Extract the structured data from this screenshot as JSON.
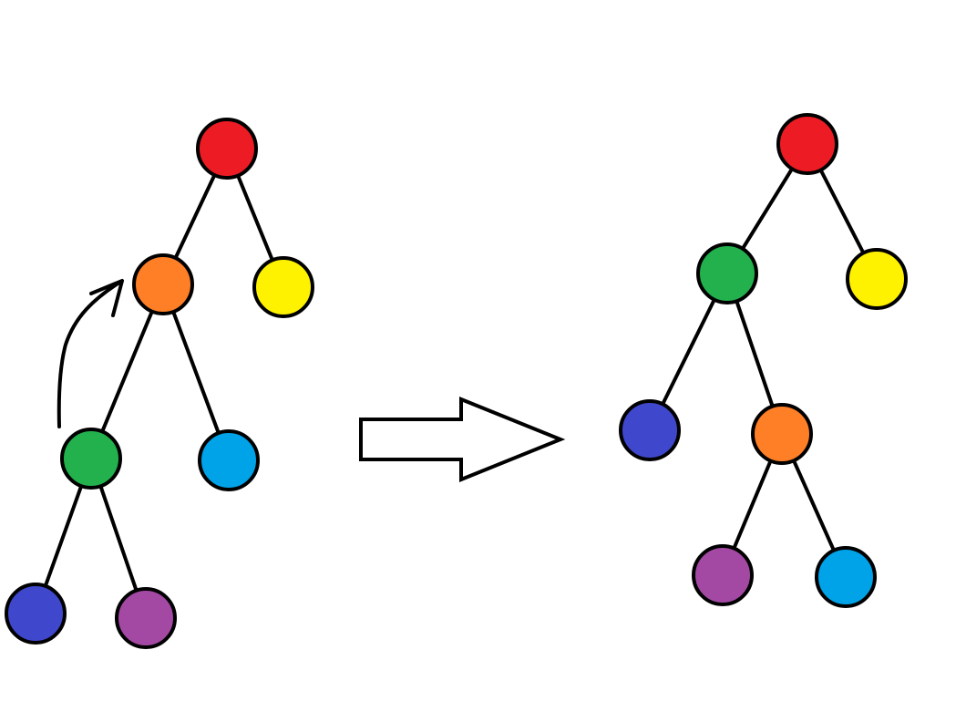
{
  "colors": {
    "red": "#ed1c24",
    "orange": "#ff7f27",
    "yellow": "#fff200",
    "green": "#22b14c",
    "light_blue": "#00a2e8",
    "dark_blue": "#3f48cc",
    "purple": "#a349a4",
    "outline": "#000000",
    "background": "#ffffff"
  },
  "trees": [
    {
      "name": "before-rotation",
      "nodes": [
        {
          "id": "red",
          "color": "#ed1c24",
          "parent": null,
          "side": null
        },
        {
          "id": "orange",
          "color": "#ff7f27",
          "parent": "red",
          "side": "left"
        },
        {
          "id": "yellow",
          "color": "#fff200",
          "parent": "red",
          "side": "right"
        },
        {
          "id": "green",
          "color": "#22b14c",
          "parent": "orange",
          "side": "left"
        },
        {
          "id": "light-blue",
          "color": "#00a2e8",
          "parent": "orange",
          "side": "right"
        },
        {
          "id": "dark-blue",
          "color": "#3f48cc",
          "parent": "green",
          "side": "left"
        },
        {
          "id": "purple",
          "color": "#a349a4",
          "parent": "green",
          "side": "right"
        }
      ]
    },
    {
      "name": "after-rotation",
      "nodes": [
        {
          "id": "red",
          "color": "#ed1c24",
          "parent": null,
          "side": null
        },
        {
          "id": "green",
          "color": "#22b14c",
          "parent": "red",
          "side": "left"
        },
        {
          "id": "yellow",
          "color": "#fff200",
          "parent": "red",
          "side": "right"
        },
        {
          "id": "dark-blue",
          "color": "#3f48cc",
          "parent": "green",
          "side": "left"
        },
        {
          "id": "orange",
          "color": "#ff7f27",
          "parent": "green",
          "side": "right"
        },
        {
          "id": "purple",
          "color": "#a349a4",
          "parent": "orange",
          "side": "left"
        },
        {
          "id": "light-blue",
          "color": "#00a2e8",
          "parent": "orange",
          "side": "right"
        }
      ]
    }
  ],
  "rotation": {
    "from": "green",
    "to": "orange",
    "tree": "before-rotation"
  },
  "icons": {
    "transform": "right-arrow-icon",
    "rotation": "curved-arrow-icon"
  }
}
